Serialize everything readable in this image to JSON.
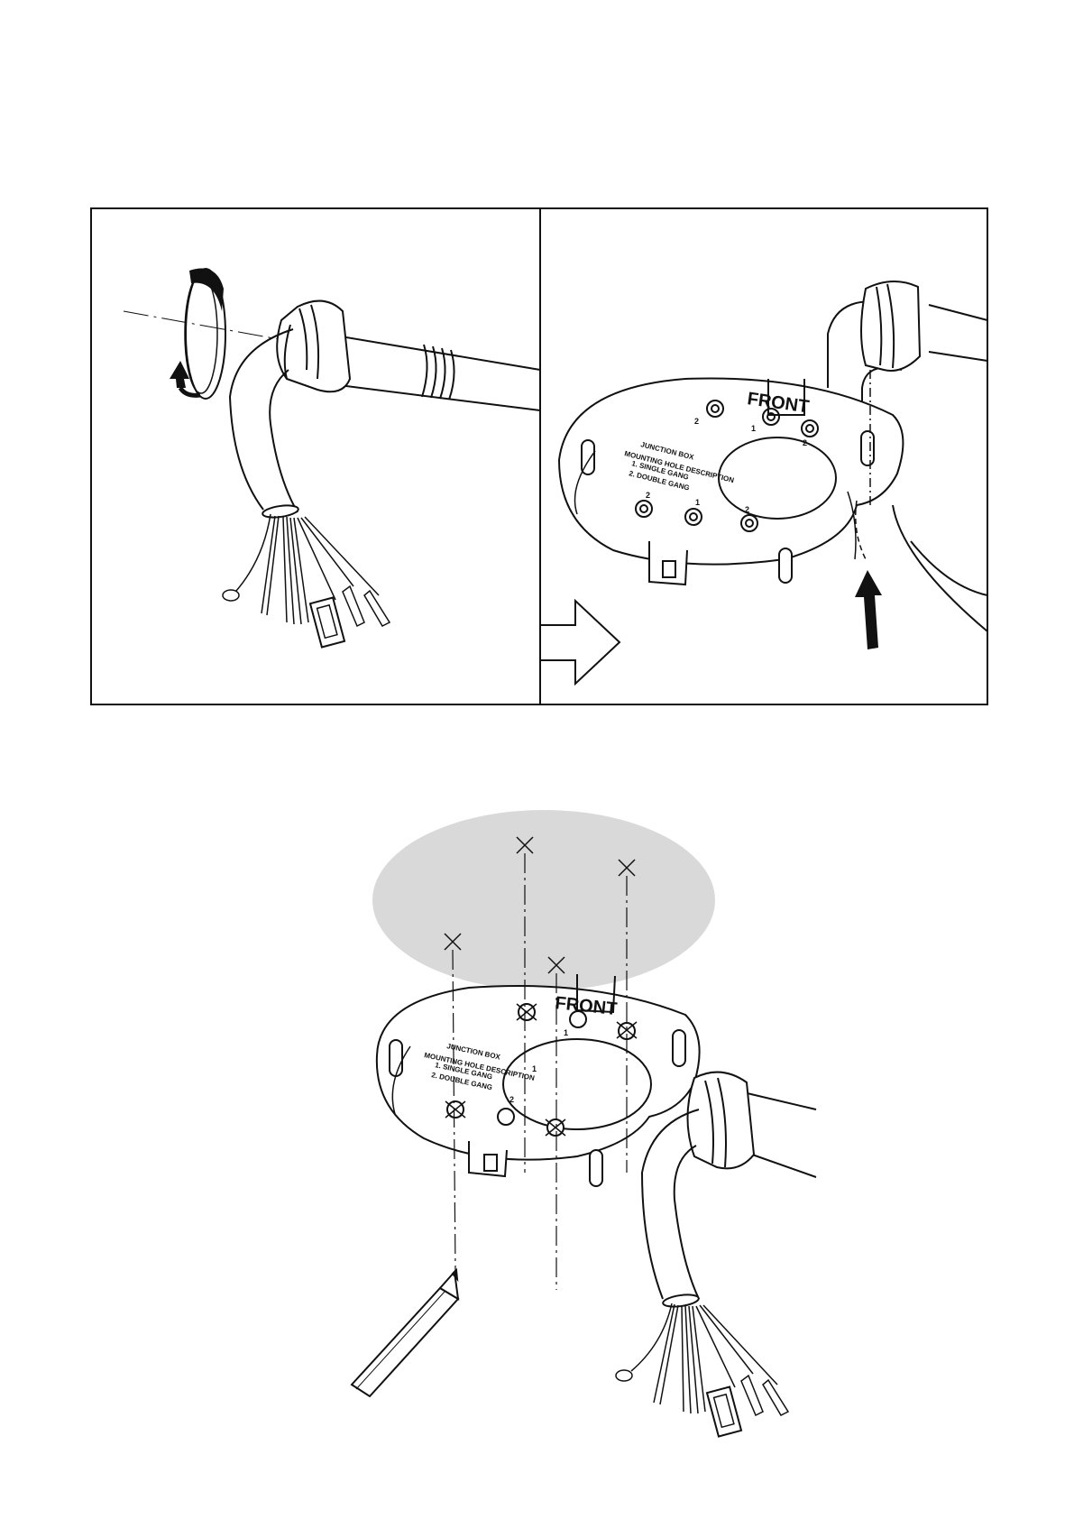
{
  "plate_labels": {
    "front": "FRONT",
    "junction_box": "JUNCTION BOX",
    "hole_description": "MOUNTING HOLE DESCRIPTION",
    "single_gang": "1. SINGLE GANG",
    "double_gang": "2. DOUBLE GANG",
    "num_1": "1",
    "num_2": "2"
  },
  "colors": {
    "line": "#111111",
    "ceiling": "#d9d9d9",
    "paper": "#ffffff"
  }
}
